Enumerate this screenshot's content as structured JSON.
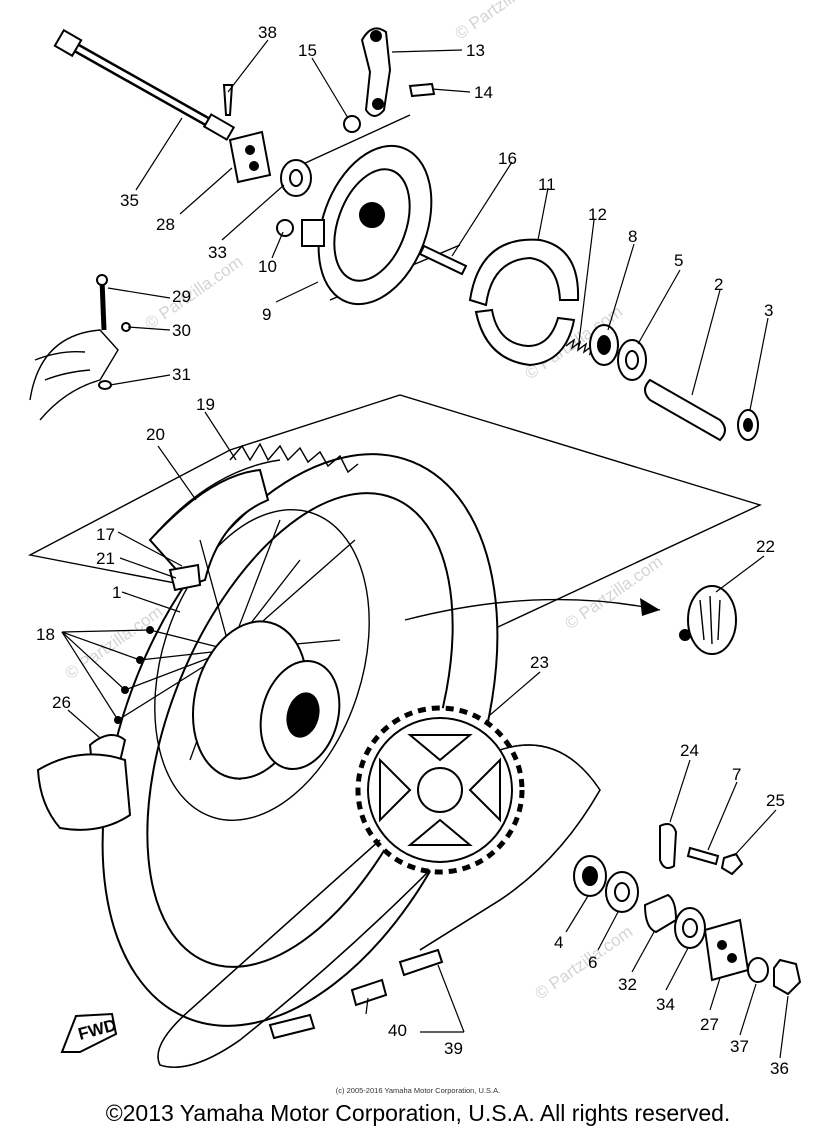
{
  "watermark": "© Partzilla.com",
  "fwd_label": "FWD",
  "small_copyright": "(c) 2005-2016 Yamaha Motor Corporation, U.S.A.",
  "main_copyright": "©2013 Yamaha Motor Corporation, U.S.A. All rights reserved.",
  "callouts": {
    "c1": "1",
    "c2": "2",
    "c3": "3",
    "c4": "4",
    "c5": "5",
    "c6": "6",
    "c7": "7",
    "c8": "8",
    "c9": "9",
    "c10": "10",
    "c11": "11",
    "c12": "12",
    "c13": "13",
    "c14": "14",
    "c15": "15",
    "c16": "16",
    "c17": "17",
    "c18": "18",
    "c19": "19",
    "c20": "20",
    "c21": "21",
    "c22": "22",
    "c23": "23",
    "c24": "24",
    "c25": "25",
    "c26": "26",
    "c27": "27",
    "c28": "28",
    "c29": "29",
    "c30": "30",
    "c31": "31",
    "c32": "32",
    "c33": "33",
    "c34": "34",
    "c35": "35",
    "c36": "36",
    "c37": "37",
    "c38": "38",
    "c39": "39",
    "c40": "40"
  }
}
